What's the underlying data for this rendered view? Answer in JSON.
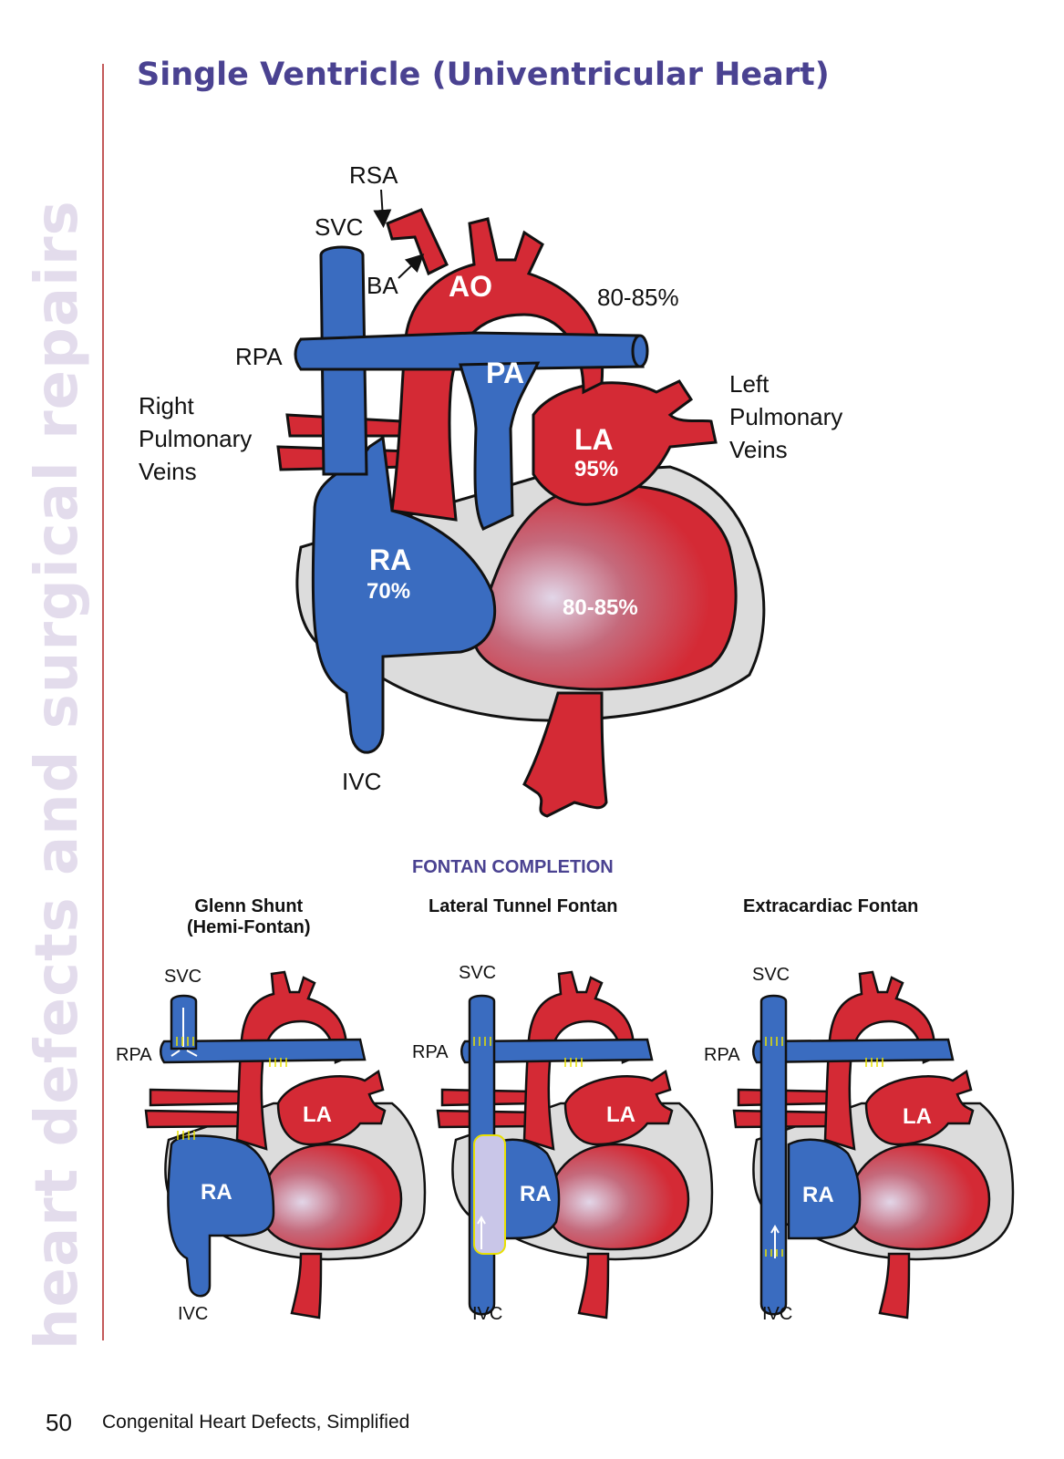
{
  "side_title": "heart defects and surgical repairs",
  "title": "Single Ventricle (Univentricular Heart)",
  "main_diagram": {
    "labels": {
      "rsa": "RSA",
      "svc": "SVC",
      "ba": "BA",
      "ao": "AO",
      "rpa": "RPA",
      "pa": "PA",
      "right_pulm_1": "Right",
      "right_pulm_2": "Pulmonary",
      "right_pulm_3": "Veins",
      "left_pulm_1": "Left",
      "left_pulm_2": "Pulmonary",
      "left_pulm_3": "Veins",
      "la": "LA",
      "ra": "RA",
      "ivc": "IVC"
    },
    "saturations": {
      "aorta": "80-85%",
      "la": "95%",
      "ra": "70%",
      "ventricle": "80-85%"
    }
  },
  "fontan": {
    "title": "FONTAN COMPLETION",
    "panels": [
      {
        "title_line1": "Glenn Shunt",
        "title_line2": "(Hemi-Fontan)",
        "svc": "SVC",
        "rpa": "RPA",
        "la": "LA",
        "ra": "RA",
        "ivc": "IVC"
      },
      {
        "title_line1": "Lateral Tunnel Fontan",
        "title_line2": "",
        "svc": "SVC",
        "rpa": "RPA",
        "la": "LA",
        "ra": "RA",
        "ivc": "IVC"
      },
      {
        "title_line1": "Extracardiac Fontan",
        "title_line2": "",
        "svc": "SVC",
        "rpa": "RPA",
        "la": "LA",
        "ra": "RA",
        "ivc": "IVC"
      }
    ]
  },
  "footer": {
    "page_number": "50",
    "book_title": "Congenital Heart Defects, Simplified"
  },
  "colors": {
    "oxygenated": "#d42a35",
    "deoxygenated": "#3a6cc0",
    "pericardium": "#dcdcdc",
    "title": "#4a4291"
  }
}
